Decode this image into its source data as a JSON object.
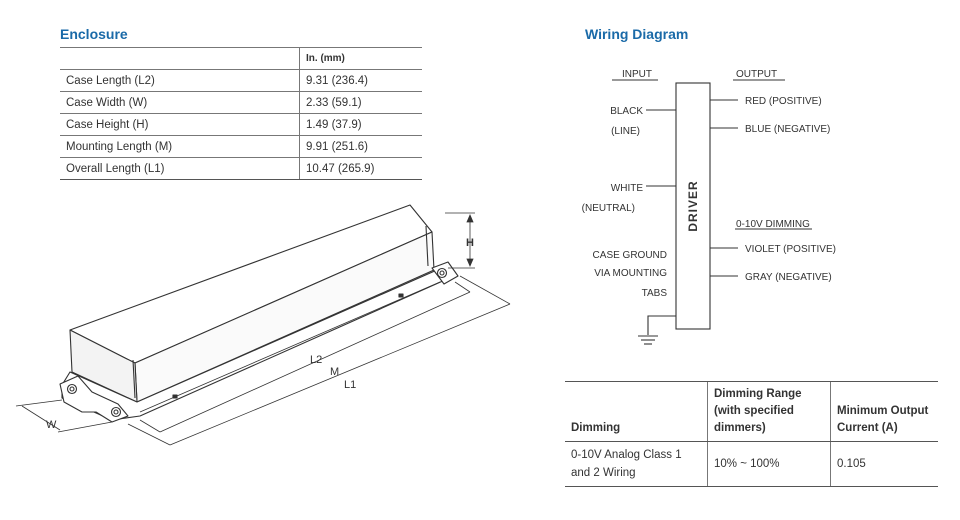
{
  "enclosure": {
    "title": "Enclosure",
    "unit_header": "In. (mm)",
    "rows": [
      {
        "label": "Case Length (L2)",
        "value": "9.31 (236.4)"
      },
      {
        "label": "Case Width (W)",
        "value": "2.33 (59.1)"
      },
      {
        "label": "Case Height (H)",
        "value": "1.49 (37.9)"
      },
      {
        "label": "Mounting Length (M)",
        "value": "9.91 (251.6)"
      },
      {
        "label": "Overall Length (L1)",
        "value": "10.47 (265.9)"
      }
    ],
    "drawing_labels": {
      "h": "H",
      "l2": "L2",
      "m": "M",
      "l1": "L1",
      "w": "W"
    }
  },
  "wiring": {
    "title": "Wiring Diagram",
    "input_label": "INPUT",
    "output_label": "OUTPUT",
    "driver_label": "DRIVER",
    "black": "BLACK",
    "line": "(LINE)",
    "white": "WHITE",
    "neutral": "(NEUTRAL)",
    "ground_1": "CASE GROUND",
    "ground_2": "VIA MOUNTING",
    "ground_3": "TABS",
    "red": "RED (POSITIVE)",
    "blue": "BLUE (NEGATIVE)",
    "dimming_label": "0-10V DIMMING",
    "violet": "VIOLET (POSITIVE)",
    "gray": "GRAY (NEGATIVE)"
  },
  "dimming": {
    "headers": [
      "Dimming",
      "Dimming Range (with specified dimmers)",
      "Minimum Output Current (A)"
    ],
    "header_lines": [
      [
        "Dimming"
      ],
      [
        "Dimming Range",
        "(with specified",
        "dimmers)"
      ],
      [
        "Minimum Output",
        "Current (A)"
      ]
    ],
    "row": [
      "0-10V Analog Class 1 and 2 Wiring",
      "10% ~ 100%",
      "0.105"
    ]
  },
  "colors": {
    "title_blue": "#1a6aa8",
    "line": "#333333"
  }
}
